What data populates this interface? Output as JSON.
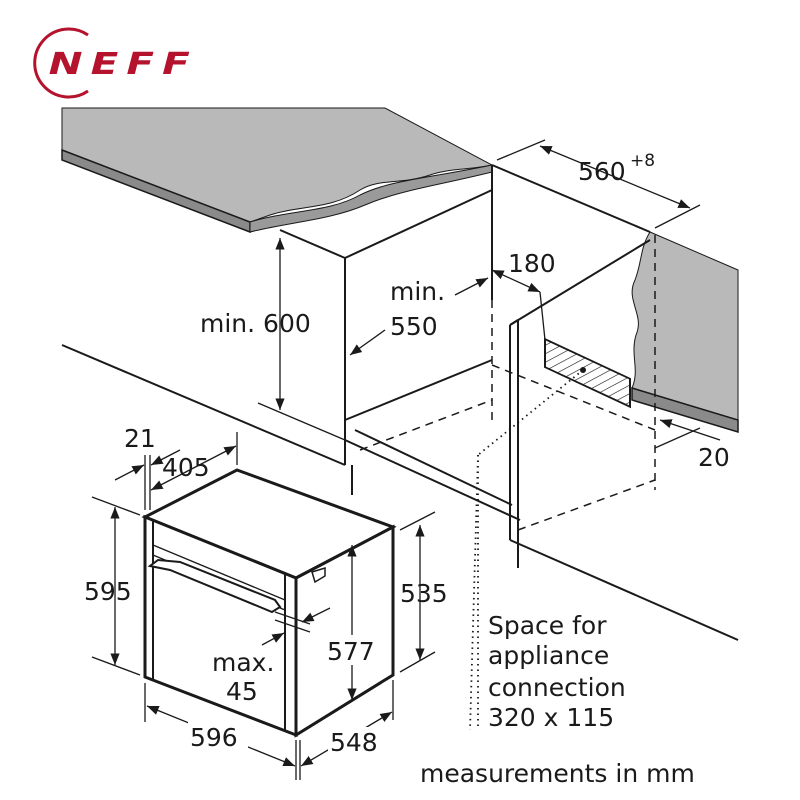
{
  "logo": {
    "text": "NEFF",
    "color": "#b5122e"
  },
  "colors": {
    "countertop": "#b9b9b9",
    "line": "#1a1a1a"
  },
  "dimensions": {
    "niche_width": "560",
    "niche_width_tolerance": "+8",
    "gap_180": "180",
    "min_label": "min.",
    "depth_550": "550",
    "height_min_600": "min. 600",
    "offset_20": "20",
    "oven_21": "21",
    "oven_405": "405",
    "oven_595": "595",
    "oven_535": "535",
    "oven_577": "577",
    "max_label": "max.",
    "max_45": "45",
    "oven_596": "596",
    "oven_548": "548"
  },
  "notes": {
    "connection_line1": "Space for",
    "connection_line2": "appliance",
    "connection_line3": "connection",
    "connection_line4": "320 x 115",
    "units": "measurements in mm"
  }
}
